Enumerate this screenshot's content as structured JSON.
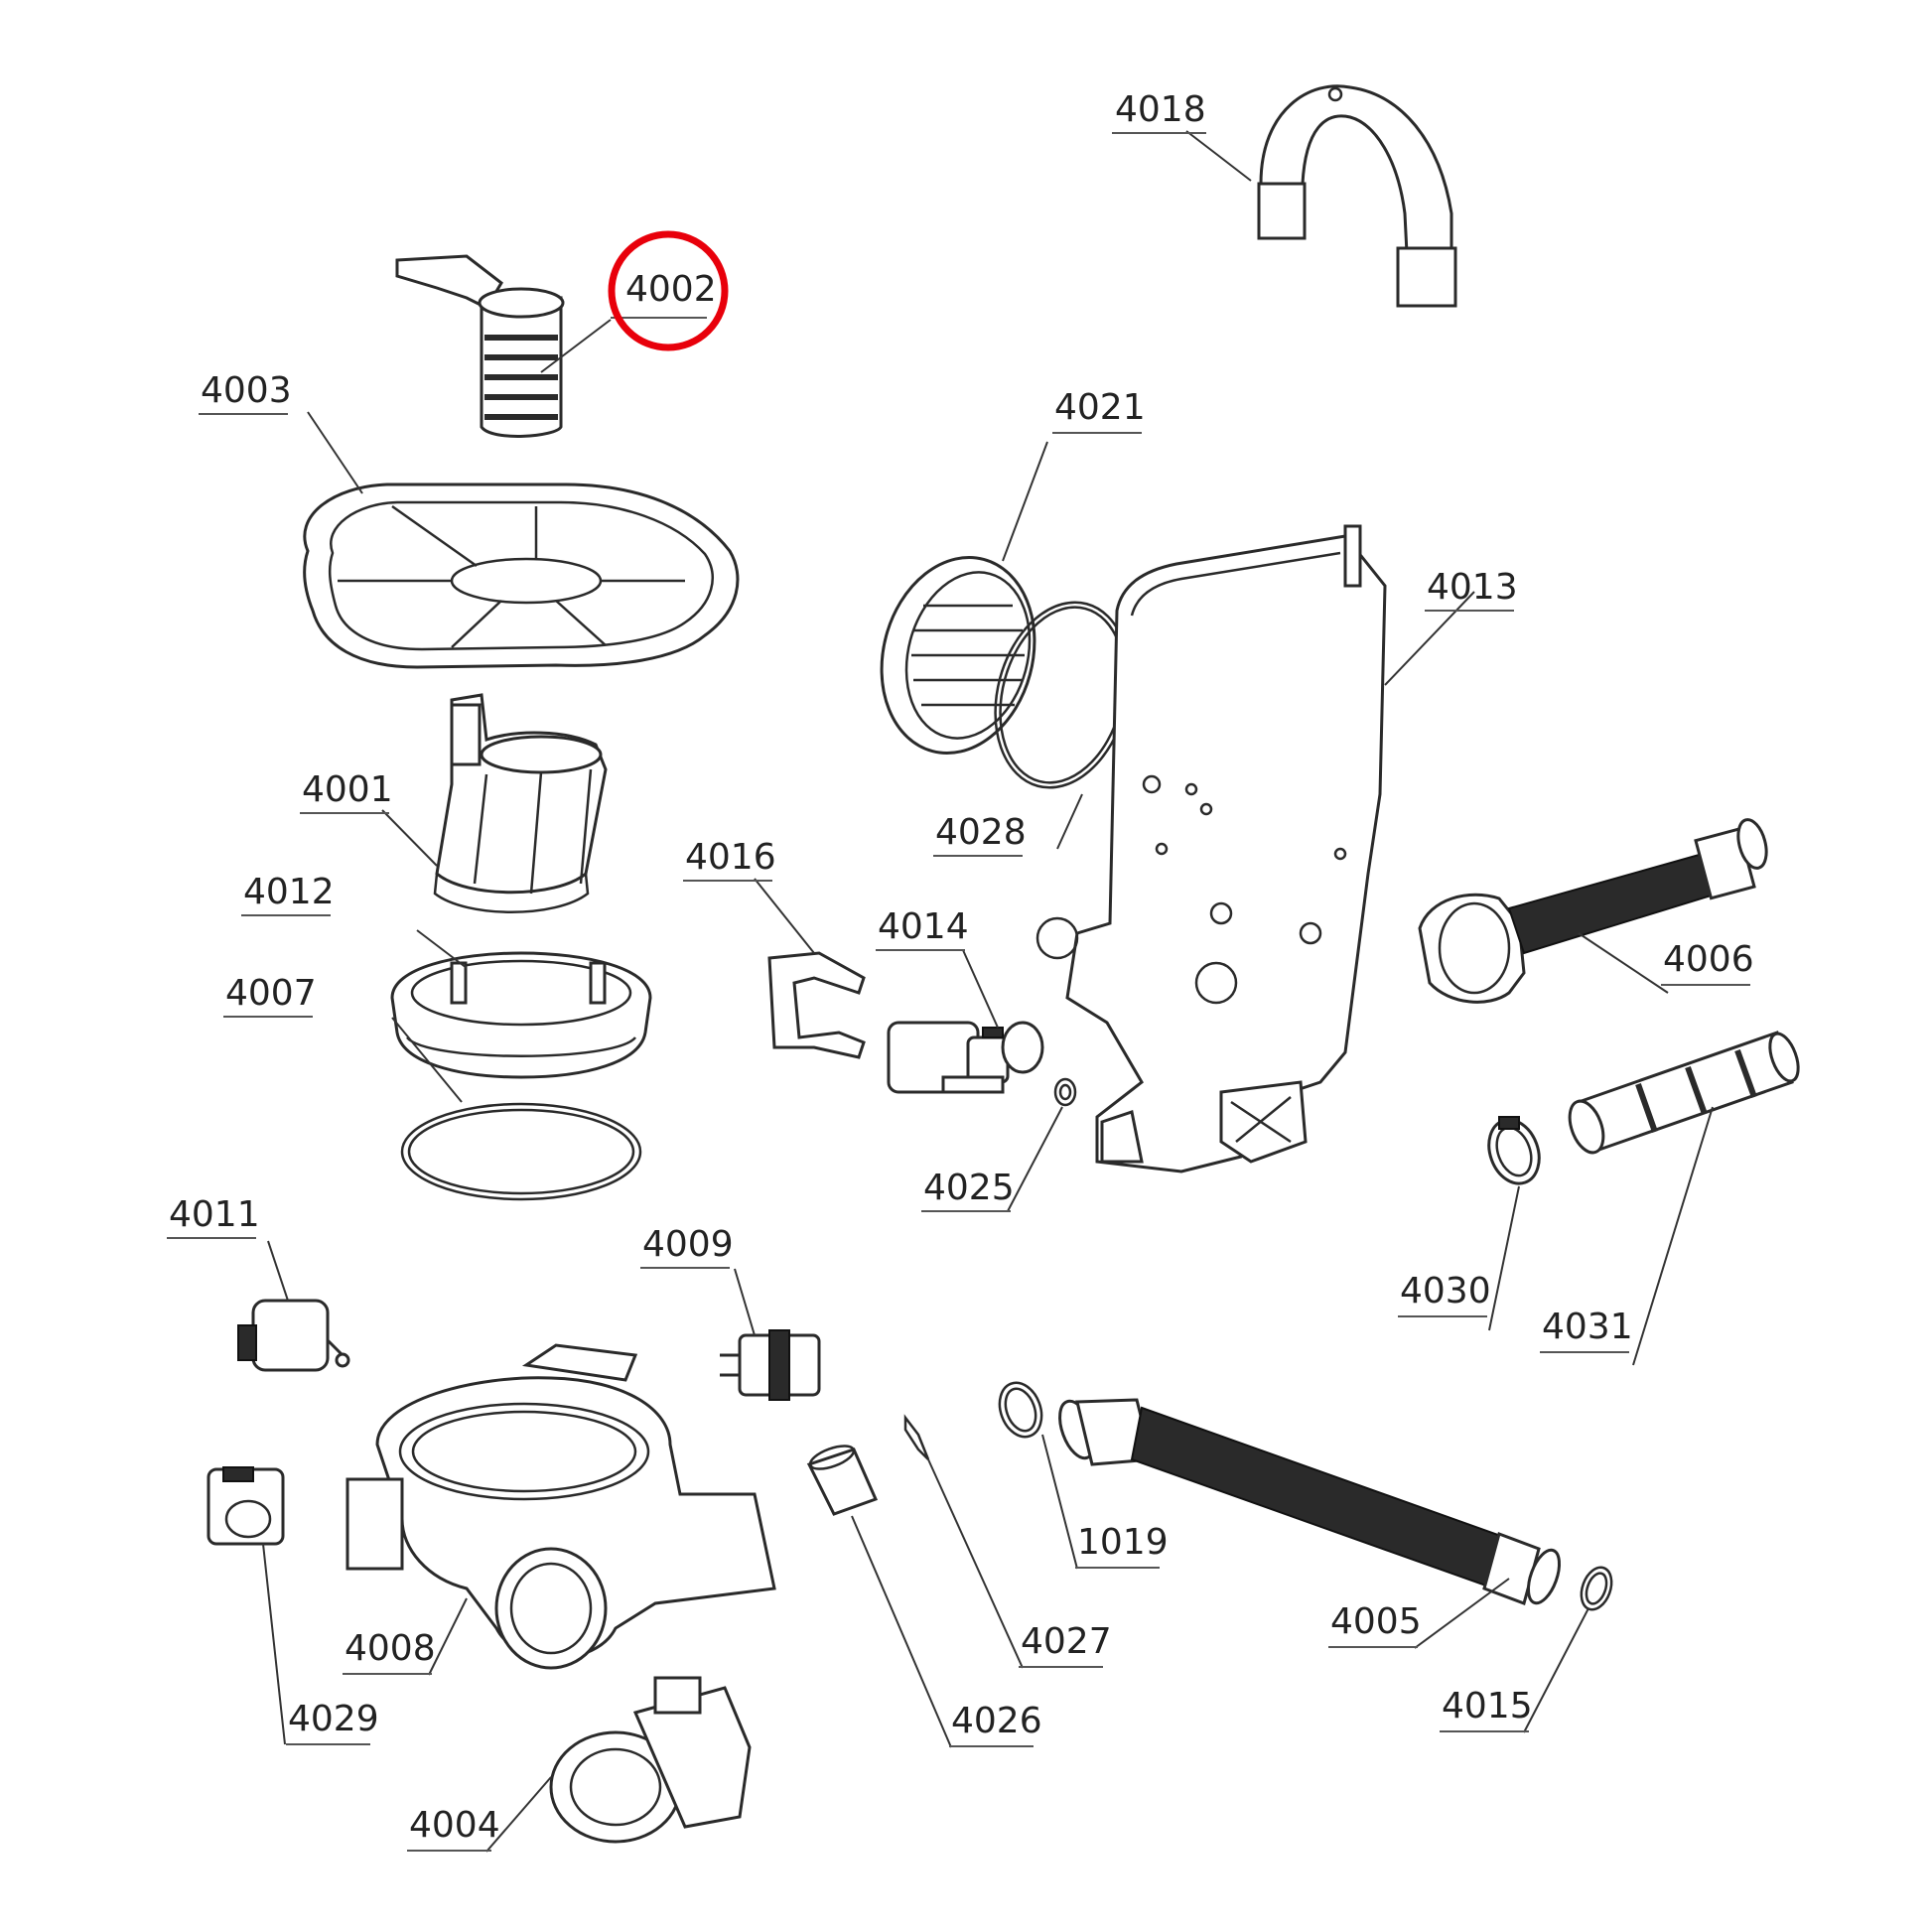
{
  "parts": [
    {
      "id": "4018",
      "label": "4018"
    },
    {
      "id": "4002",
      "label": "4002",
      "highlighted": true
    },
    {
      "id": "4003",
      "label": "4003"
    },
    {
      "id": "4021",
      "label": "4021"
    },
    {
      "id": "4013",
      "label": "4013"
    },
    {
      "id": "4001",
      "label": "4001"
    },
    {
      "id": "4028",
      "label": "4028"
    },
    {
      "id": "4016",
      "label": "4016"
    },
    {
      "id": "4012",
      "label": "4012"
    },
    {
      "id": "4014",
      "label": "4014"
    },
    {
      "id": "4006",
      "label": "4006"
    },
    {
      "id": "4007",
      "label": "4007"
    },
    {
      "id": "4025",
      "label": "4025"
    },
    {
      "id": "4011",
      "label": "4011"
    },
    {
      "id": "4009",
      "label": "4009"
    },
    {
      "id": "4030",
      "label": "4030"
    },
    {
      "id": "4031",
      "label": "4031"
    },
    {
      "id": "1019",
      "label": "1019"
    },
    {
      "id": "4005",
      "label": "4005"
    },
    {
      "id": "4027",
      "label": "4027"
    },
    {
      "id": "4008",
      "label": "4008"
    },
    {
      "id": "4029",
      "label": "4029"
    },
    {
      "id": "4015",
      "label": "4015"
    },
    {
      "id": "4026",
      "label": "4026"
    },
    {
      "id": "4004",
      "label": "4004"
    }
  ],
  "highlight_color": "#e8000b"
}
